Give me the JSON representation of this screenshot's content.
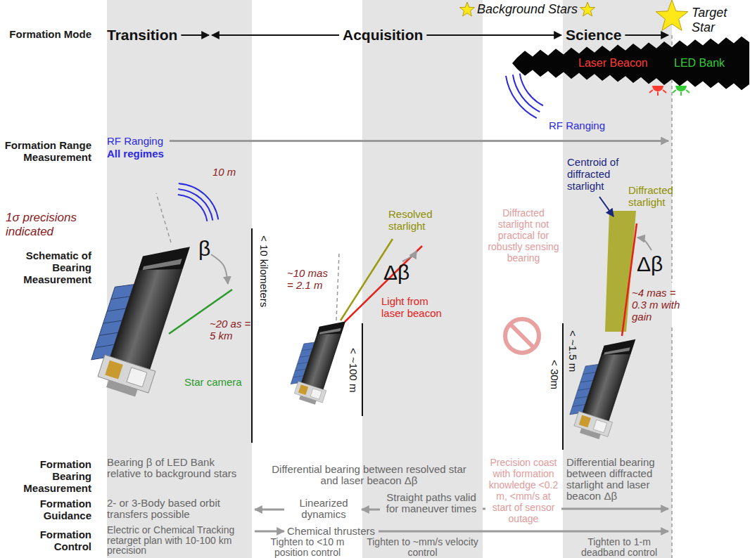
{
  "diagram": {
    "labels": [
      "Formation Mode",
      "Transition",
      "Acquisition",
      "Science",
      "Background Stars",
      "Target Star",
      "Laser Beacon",
      "LED Bank",
      "Formation Range Measurement",
      "RF Ranging",
      "RF Ranging",
      "All regimes",
      "10 m",
      "1σ precisions indicated",
      "Schematic of Bearing Measurement",
      "β",
      "~20 as = 5 km",
      "Star camera",
      "< 10 kilometers",
      "~10 mas = 2.1 m",
      "Resolved starlight",
      "Δβ",
      "Light from laser beacon",
      "< ~100 m",
      "Diffracted starlight not practical for robustly sensing bearing",
      "< 30m",
      "Centroid of diffracted starlight",
      "Diffracted starlight",
      "Δβ",
      "~4 mas = 0.3 m with gain",
      "< ~1.5 m",
      "Formation Bearing Measurement",
      "Bearing β of LED Bank relative to background stars",
      "Differential bearing between resolved star and laser beacon Δβ",
      "Precision coast with formation knowledge <0.2 m, <mm/s at start of sensor outage",
      "Differential bearing between diffracted starlight and laser beacon Δβ",
      "Formation Guidance",
      "2- or 3-Body based orbit transfers possible",
      "Linearized dynamics",
      "Straight paths valid for maneuver times",
      "Formation Control",
      "Electric or Chemical Tracking retarget plan with 10-100 km precision",
      "Chemical thrusters",
      "Tighten to <10 m position control",
      "Tighten to ~mm/s velocity control",
      "Tighten to 1-m deadband control"
    ]
  }
}
